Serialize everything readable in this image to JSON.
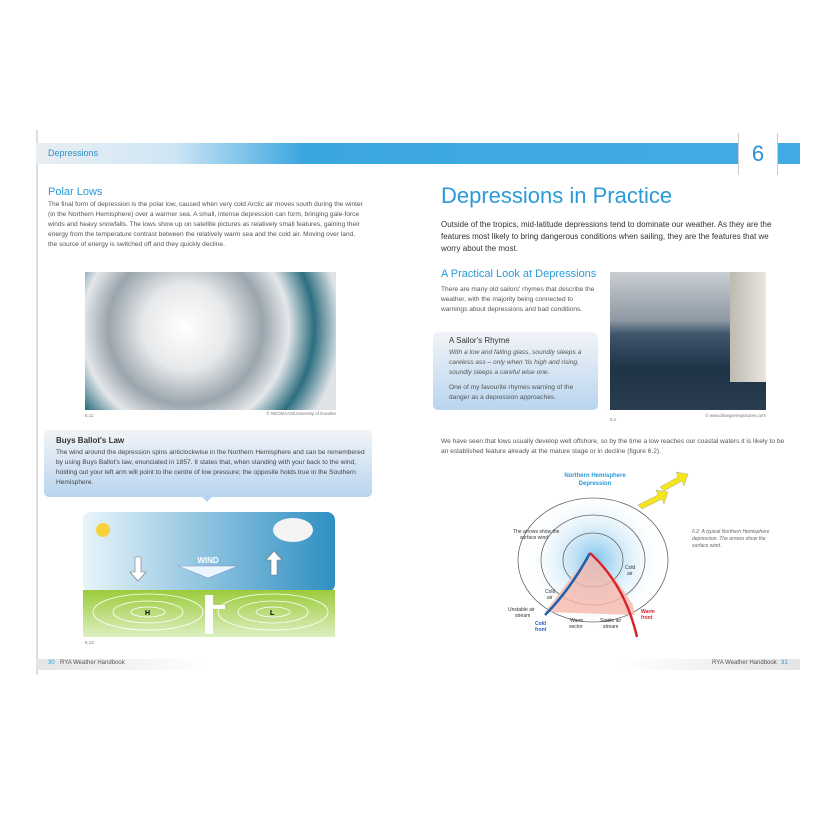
{
  "header": {
    "section": "Depressions",
    "chapter": "6"
  },
  "left": {
    "polar_lows": {
      "title": "Polar Lows",
      "text": "The final form of depression is the polar low, caused when very cold Arctic air moves south during the winter (in the Northern Hemisphere) over a warmer sea. A small, intense depression can form, bringing gale-force winds and heavy snowfalls. The lows show up on satellite pictures as relatively small features, gaining their energy from the temperature contrast between the relatively warm sea and the cold air. Moving over land, the source of energy is switched off and they quickly decline."
    },
    "fig_511": {
      "label": "5.11",
      "credit": "© NEODAAS/University of Dundee"
    },
    "buys_ballot": {
      "title": "Buys Ballot's Law",
      "text": "The wind around the depression spins anticlockwise in the Northern Hemisphere and can be remembered by using Buys Ballot's law, enunciated in 1857. It states that, when standing with your back to the wind, holding out your left arm will point to the centre of low pressure; the opposite holds true in the Southern Hemisphere."
    },
    "fig_512": {
      "label": "5.12",
      "wind": "WIND",
      "high": "H",
      "low": "L"
    },
    "footer": {
      "page": "30",
      "book": "RYA Weather Handbook"
    }
  },
  "right": {
    "title": "Depressions in Practice",
    "intro": "Outside of the tropics, mid-latitude depressions tend to dominate our weather. As they are the features most likely to bring dangerous conditions when sailing, they are the features that we worry about the most.",
    "practical": {
      "title": "A Practical Look at Depressions",
      "text": "There are many old sailors' rhymes that describe the weather, with the majority being connected to warnings about depressions and bad conditions."
    },
    "rhyme": {
      "title": "A Sailor's Rhyme",
      "verse": "With a low and falling glass, soundly sleeps a careless ass – only when 'tis high and rising, soundly sleeps a careful wise one.",
      "note": "One of my favourite rhymes warning of the danger as a depression approaches."
    },
    "fig_61": {
      "label": "6.1",
      "credit": "© www.bluegreenpictures.com"
    },
    "para": "We have seen that lows usually develop well offshore, so by the time a low reaches our coastal waters it is likely to be an established feature already at the mature stage or in decline (figure 6.2).",
    "fig_62": {
      "title1": "Northern Hemisphere",
      "title2": "Depression",
      "arrows_note1": "The arrows show the",
      "arrows_note2": "surface wind",
      "cold_air": "Cold",
      "air": "air",
      "unstable1": "Unstable air",
      "unstable2": "stream",
      "cold_front1": "Cold",
      "cold_front2": "front",
      "warm_sector1": "Warm",
      "warm_sector2": "sector",
      "stable1": "Stable air",
      "stable2": "stream",
      "warm_front1": "Warm",
      "warm_front2": "front",
      "caption": "6.2: A typical Northern Hemisphere depression. The arrows show the surface wind."
    },
    "footer": {
      "book": "RYA Weather Handbook",
      "page": "31"
    }
  }
}
